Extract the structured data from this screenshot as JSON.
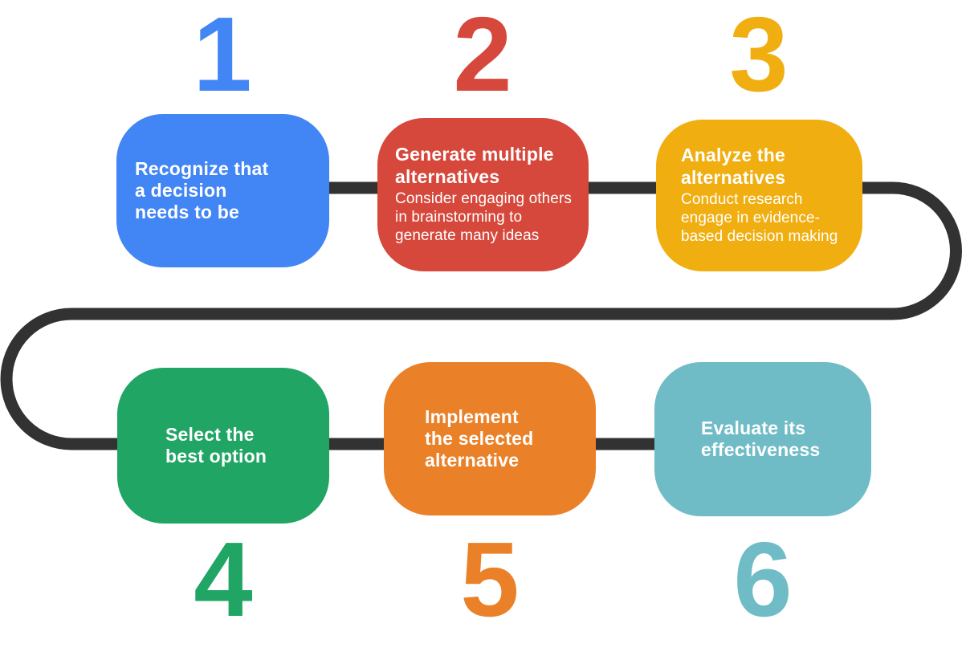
{
  "diagram": {
    "type": "process-flow",
    "description": "Six-step decision making process infographic"
  },
  "colors": {
    "background": "#ffffff",
    "connector": "#323232",
    "step1": "#4285F4",
    "step2": "#D6483B",
    "step3": "#F0AE10",
    "step4": "#21A565",
    "step5": "#EA8128",
    "step6": "#70BCC6"
  },
  "steps": [
    {
      "number": "1",
      "color": "#4285F4",
      "heading": "Recognize that\na decision\nneeds to be",
      "body": ""
    },
    {
      "number": "2",
      "color": "#D6483B",
      "heading": "Generate multiple\nalternatives",
      "body": "Consider engaging others\nin brainstorming to\ngenerate many ideas"
    },
    {
      "number": "3",
      "color": "#F0AE10",
      "heading": "Analyze the\nalternatives",
      "body": "Conduct research\nengage in evidence-\nbased decision making"
    },
    {
      "number": "4",
      "color": "#21A565",
      "heading": "Select the\nbest option",
      "body": ""
    },
    {
      "number": "5",
      "color": "#EA8128",
      "heading": "Implement\nthe selected\nalternative",
      "body": ""
    },
    {
      "number": "6",
      "color": "#70BCC6",
      "heading": "Evaluate its\neffectiveness",
      "body": ""
    }
  ]
}
